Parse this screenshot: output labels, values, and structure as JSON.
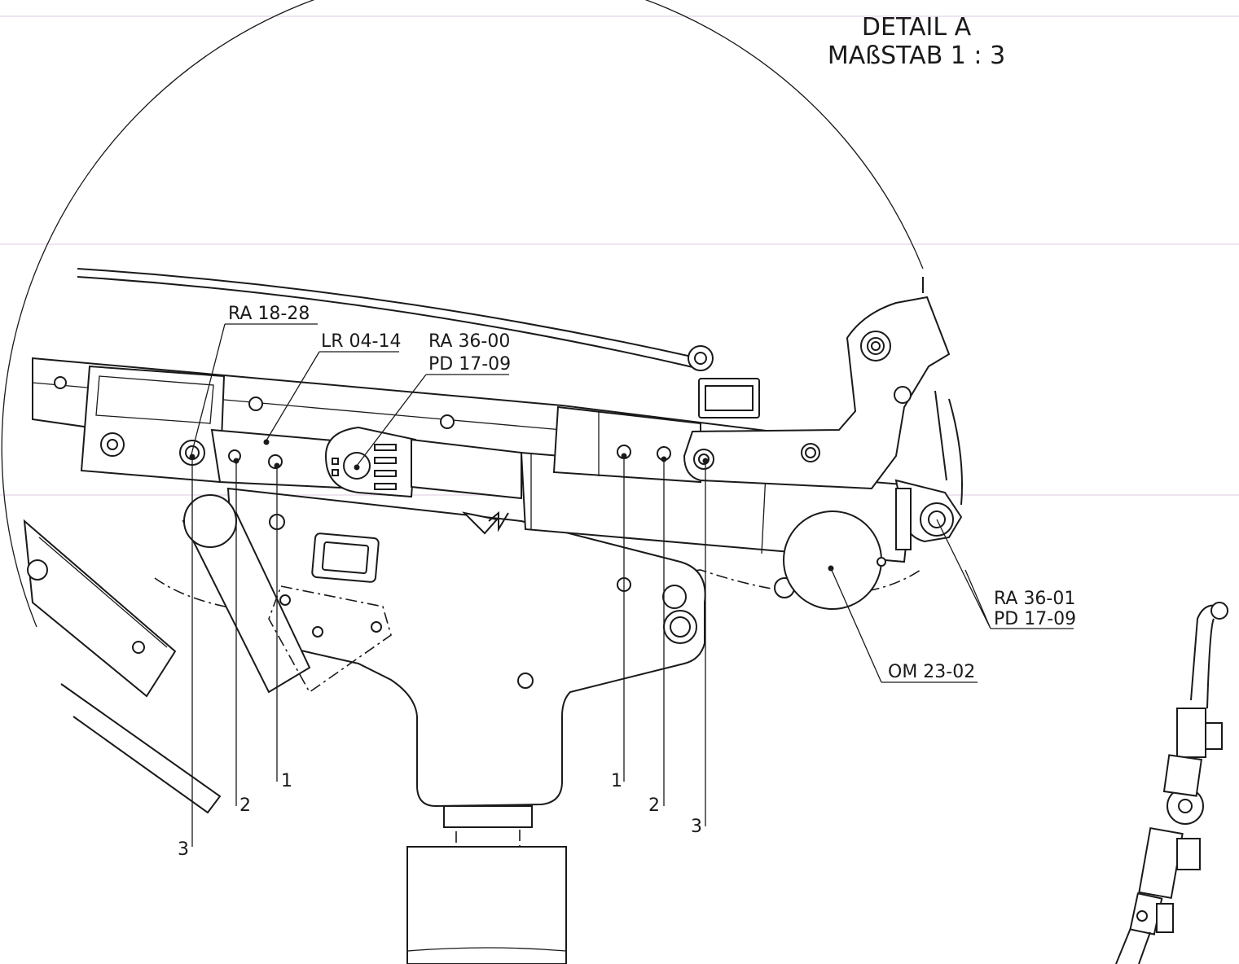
{
  "title": {
    "line1": "DETAIL A",
    "line2": "MAßSTAB 1 : 3"
  },
  "callouts": {
    "ra_18_28": "RA 18-28",
    "lr_04_14": "LR 04-14",
    "ra_36_00": "RA 36-00",
    "pd_17_09_a": "PD 17-09",
    "ra_36_01": "RA 36-01",
    "pd_17_09_b": "PD 17-09",
    "om_23_02": "OM 23-02"
  },
  "position_numbers": {
    "left": [
      "1",
      "2",
      "3"
    ],
    "right": [
      "1",
      "2",
      "3"
    ]
  }
}
